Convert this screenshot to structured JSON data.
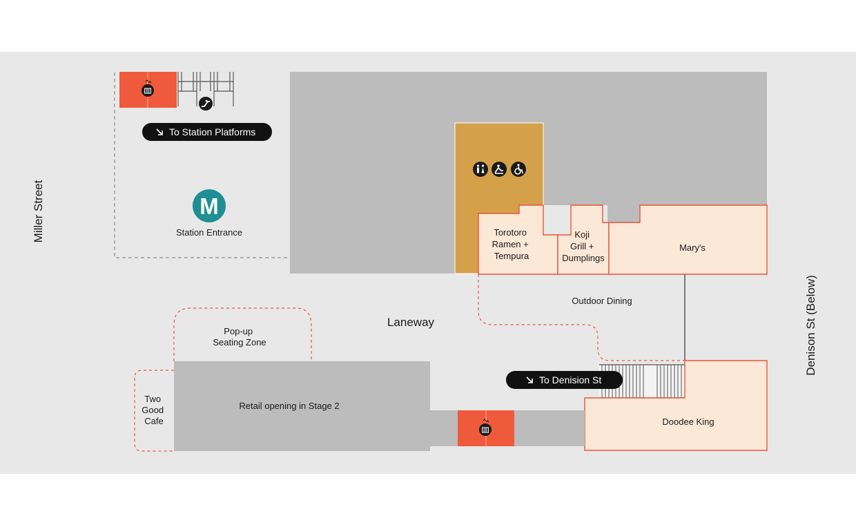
{
  "streets": {
    "west": "Miller Street",
    "east": "Denison St (Below)"
  },
  "station": {
    "logo_letter": "M",
    "entrance_label": "Station Entrance",
    "platforms_pill": "To Station Platforms"
  },
  "areas": {
    "laneway": "Laneway",
    "outdoor_dining": "Outdoor Dining",
    "popup_line1": "Pop-up",
    "popup_line2": "Seating Zone",
    "retail": "Retail opening in Stage 2",
    "two_good_line1": "Two",
    "two_good_line2": "Good",
    "two_good_line3": "Cafe"
  },
  "tenants": {
    "torotoro_line1": "Torotoro",
    "torotoro_line2": "Ramen +",
    "torotoro_line3": "Tempura",
    "koji_line1": "Koji",
    "koji_line2": "Grill +",
    "koji_line3": "Dumplings",
    "marys": "Mary's",
    "doodee": "Doodee King"
  },
  "wayfinding": {
    "denison_pill": "To Denision St"
  },
  "colors": {
    "ground": "#e8e8e8",
    "building": "#bcbcbc",
    "amenities": "#d4a04a",
    "lift": "#f05a3c",
    "tenant_fill": "#fbe8d6",
    "tenant_stroke": "#e8543a",
    "station_teal": "#1f8f94",
    "pill": "#111111"
  },
  "icons": {
    "lift": "lift-icon",
    "escalator": "escalator-icon",
    "toilets": "toilets-icon",
    "baby_change": "baby-change-icon",
    "accessible": "accessible-icon",
    "arrow": "arrow-down-right-icon"
  }
}
